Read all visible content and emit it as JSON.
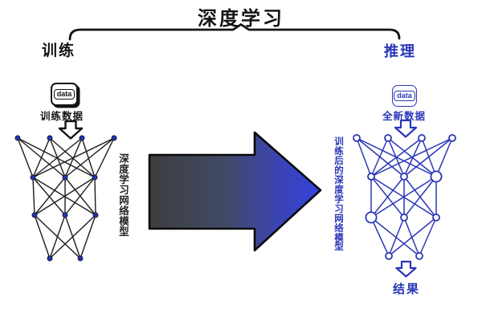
{
  "title": "深度学习",
  "sections": {
    "left": {
      "heading": "训练",
      "data_key_label": "data",
      "data_caption": "训练数据",
      "model_caption": "深度学习网络模型"
    },
    "right": {
      "heading": "推理",
      "data_key_label": "data",
      "data_caption": "全新数据",
      "model_caption": "训练后的深度学习网络模型",
      "result_caption": "结果"
    }
  },
  "colors": {
    "ink": "#141414",
    "blue": "#2936b8",
    "node_fill_left": "#2433ae",
    "arrow_gradient_start": "#3e3e3e",
    "arrow_gradient_end": "#3441da"
  },
  "diagram": {
    "left_network": {
      "layers": [
        4,
        3,
        3,
        2
      ],
      "style": "filled-nodes-black-edges"
    },
    "right_network": {
      "layers": [
        4,
        3,
        3,
        2
      ],
      "style": "open-nodes-blue-edges"
    }
  }
}
